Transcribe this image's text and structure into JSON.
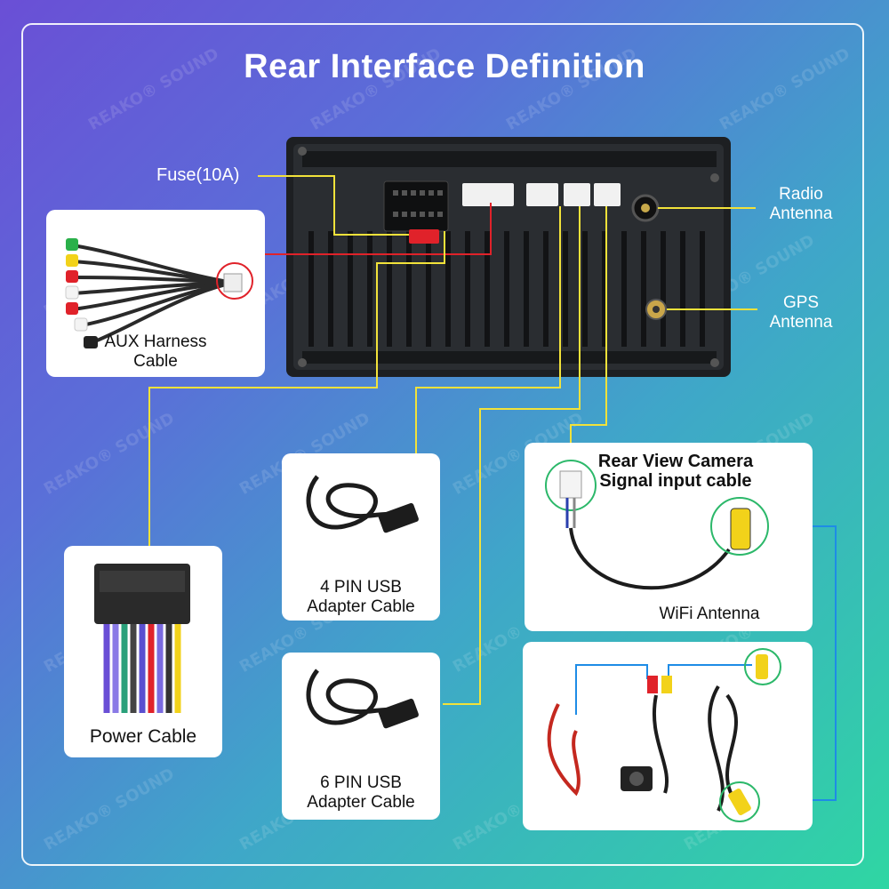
{
  "title": "Rear Interface Definition",
  "watermark_text": "REAKO® SOUND",
  "labels": {
    "fuse": "Fuse(10A)",
    "radio_antenna": "Radio\nAntenna",
    "gps_antenna": "GPS\nAntenna",
    "aux_harness": "AUX Harness\nCable",
    "usb4": "4 PIN USB\nAdapter Cable",
    "usb6": "6 PIN USB\nAdapter Cable",
    "power_cable": "Power Cable",
    "rear_camera": "Rear View Camera\nSignal input cable",
    "wifi_antenna": "WiFi Antenna"
  },
  "colors": {
    "connector_line": "#f2e23a",
    "fuse_line": "#e0222a",
    "camera_line": "#1e8ce6",
    "radio_line": "#f2e23a",
    "highlight_circle_red": "#e0222a",
    "highlight_circle_green": "#2cb86a"
  }
}
